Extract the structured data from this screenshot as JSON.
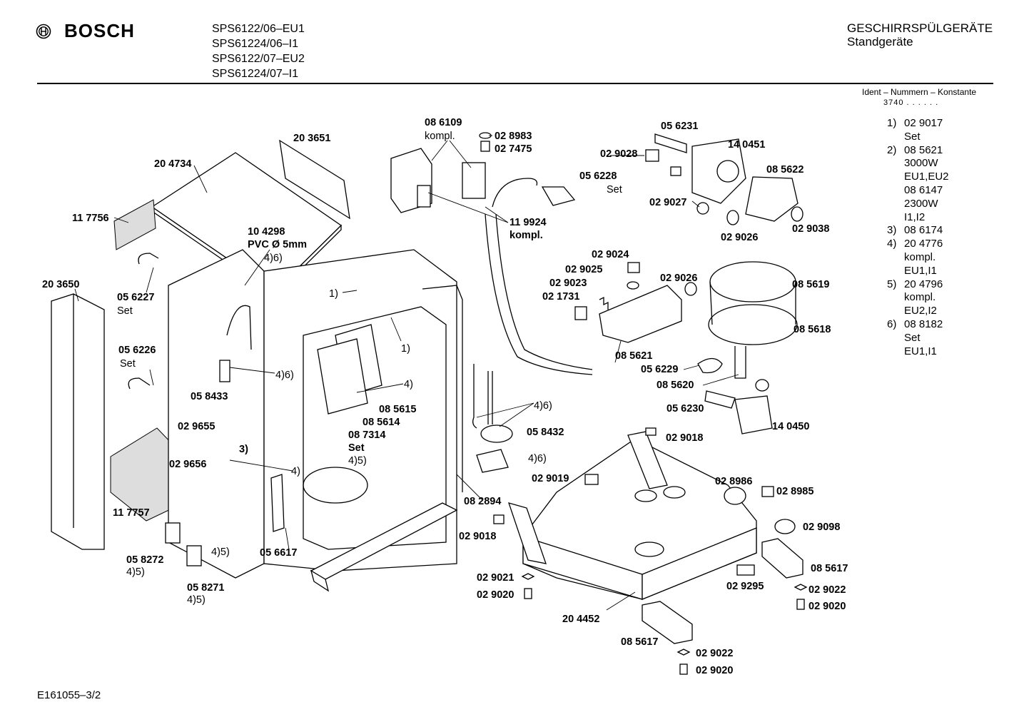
{
  "header": {
    "brand": "BOSCH",
    "models": [
      "SPS6122/06–EU1",
      "SPS61224/06–I1",
      "SPS6122/07–EU2",
      "SPS61224/07–I1"
    ],
    "category": "GESCHIRRSPÜLGERÄTE",
    "subcategory": "Standgeräte"
  },
  "ident": {
    "title": "Ident – Nummern – Konstante",
    "number": "3740 . . . . . ."
  },
  "notes": [
    {
      "idx": "1)",
      "lines": [
        "02 9017",
        "Set"
      ]
    },
    {
      "idx": "2)",
      "lines": [
        "08 5621",
        "3000W",
        "EU1,EU2",
        "08 6147",
        "2300W",
        "I1,I2"
      ]
    },
    {
      "idx": "3)",
      "lines": [
        "08 6174"
      ]
    },
    {
      "idx": "4)",
      "lines": [
        "20 4776",
        "kompl.",
        "EU1,I1"
      ]
    },
    {
      "idx": "5)",
      "lines": [
        "20 4796",
        "kompl.",
        "EU2,I2"
      ]
    },
    {
      "idx": "6)",
      "lines": [
        "08 8182",
        "Set",
        "EU1,I1"
      ]
    }
  ],
  "footer": {
    "doc_id": "E161055–3/2"
  },
  "labels": {
    "p203651": "20 3651",
    "p204734": "20 4734",
    "p117756": "11 7756",
    "p104298": "10 4298",
    "pvc": "PVC Ø 5mm",
    "n46a": "4)6)",
    "p203650": "20 3650",
    "p056227": "05 6227",
    "set1": "Set",
    "p056226": "05 6226",
    "set2": "Set",
    "p058433": "05 8433",
    "n46b": "4)6)",
    "n1a": "1)",
    "n1b": "1)",
    "n4a": "4)",
    "p085615": "08 5615",
    "p085614": "08 5614",
    "p087314": "08 7314",
    "set3": "Set",
    "n45a": "4)5)",
    "p029655": "02 9655",
    "n3": "3)",
    "p029656": "02 9656",
    "n4b": "4)",
    "p117757": "11 7757",
    "p058272": "05 8272",
    "n45b": "4)5)",
    "p058271": "05 8271",
    "n45c": "4)5)",
    "n45d": "4)5)",
    "p056617": "05 6617",
    "p086109": "08 6109",
    "kompl1": "kompl.",
    "p028983": "02 8983",
    "p027475": "02 7475",
    "p119924": "11 9924",
    "kompl2": "kompl.",
    "p056228": "05 6228",
    "set4": "Set",
    "p029028": "02 9028",
    "p056231": "05 6231",
    "p140451": "14 0451",
    "p085622": "08 5622",
    "p029027": "02 9027",
    "p029026a": "02 9026",
    "p029038": "02 9038",
    "p029024": "02 9024",
    "p029025": "02 9025",
    "p029023": "02 9023",
    "p021731": "02 1731",
    "p029026b": "02 9026",
    "p085619": "08 5619",
    "p085618": "08 5618",
    "p085621": "08 5621",
    "p056229": "05 6229",
    "p085620": "08 5620",
    "p056230": "05 6230",
    "p140450": "14 0450",
    "n46c": "4)6)",
    "p058432": "05 8432",
    "n46d": "4)6)",
    "p082894": "08 2894",
    "p029018a": "02 9018",
    "p029019": "02 9019",
    "p028986": "02 8986",
    "p028985": "02 8985",
    "p029098": "02 9098",
    "p085617a": "08 5617",
    "p029295": "02 9295",
    "p029022a": "02 9022",
    "p029020a": "02 9020",
    "p029018b": "02 9018",
    "p029021": "02 9021",
    "p029020b": "02 9020",
    "p204452": "20 4452",
    "p085617b": "08 5617",
    "p029022b": "02 9022",
    "p029020c": "02 9020"
  }
}
